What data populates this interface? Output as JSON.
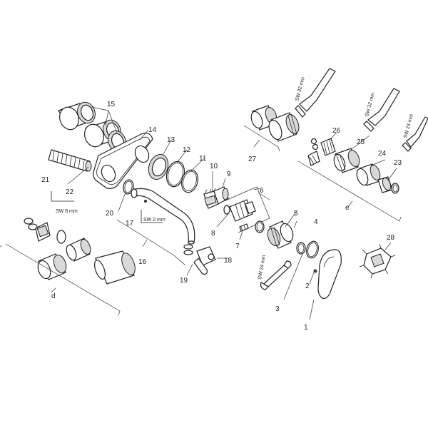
{
  "diagram": {
    "callouts": {
      "n1": "1",
      "n2": "2",
      "n3": "3",
      "n4": "4",
      "n5": "5",
      "n6": "6",
      "n7": "7",
      "n8": "8",
      "n9": "9",
      "n10": "10",
      "n11": "11",
      "n12": "12",
      "n13": "13",
      "n14": "14",
      "n15": "15",
      "n16": "16",
      "n17": "17",
      "n18": "18",
      "n19": "19",
      "n20": "20",
      "n21": "21",
      "n22": "22",
      "n23": "23",
      "n24": "24",
      "n25": "25",
      "n26": "26",
      "n27": "27",
      "n28": "28"
    },
    "group_labels": {
      "d": "d",
      "e": "e"
    },
    "tool_labels": {
      "sw8": "SW 8 mm",
      "sw2": "SW 2 mm",
      "sw24_wrench": "SW 24 mm",
      "sw32_a": "SW 32 mm",
      "sw32_b": "SW 32 mm",
      "sw24_c": "SW 24 mm"
    }
  }
}
